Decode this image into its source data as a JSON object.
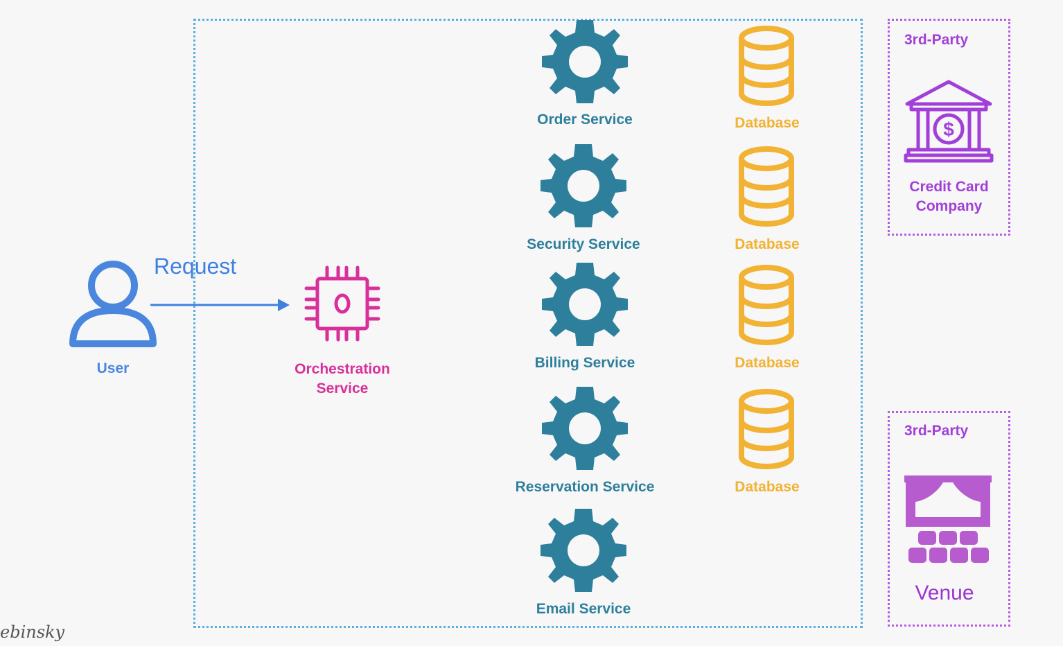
{
  "user": {
    "label": "User"
  },
  "request": {
    "label": "Request"
  },
  "orchestration": {
    "label_line1": "Orchestration",
    "label_line2": "Service"
  },
  "services": [
    {
      "label": "Order Service"
    },
    {
      "label": "Security Service"
    },
    {
      "label": "Billing Service"
    },
    {
      "label": "Reservation Service"
    },
    {
      "label": "Email Service"
    }
  ],
  "databases": [
    {
      "label": "Database"
    },
    {
      "label": "Database"
    },
    {
      "label": "Database"
    },
    {
      "label": "Database"
    }
  ],
  "third_party": [
    {
      "tag": "3rd-Party",
      "label_line1": "Credit Card",
      "label_line2": "Company",
      "icon": "bank-icon"
    },
    {
      "tag": "3rd-Party",
      "label": "Venue",
      "icon": "theater-stage-icon"
    }
  ],
  "watermark": "ebinsky",
  "colors": {
    "user": "#4a86de",
    "orchestration": "#d8309a",
    "service": "#2e7f9b",
    "database": "#f2b233",
    "third_party": "#a23fd8",
    "system_boundary": "#5aaee0"
  }
}
